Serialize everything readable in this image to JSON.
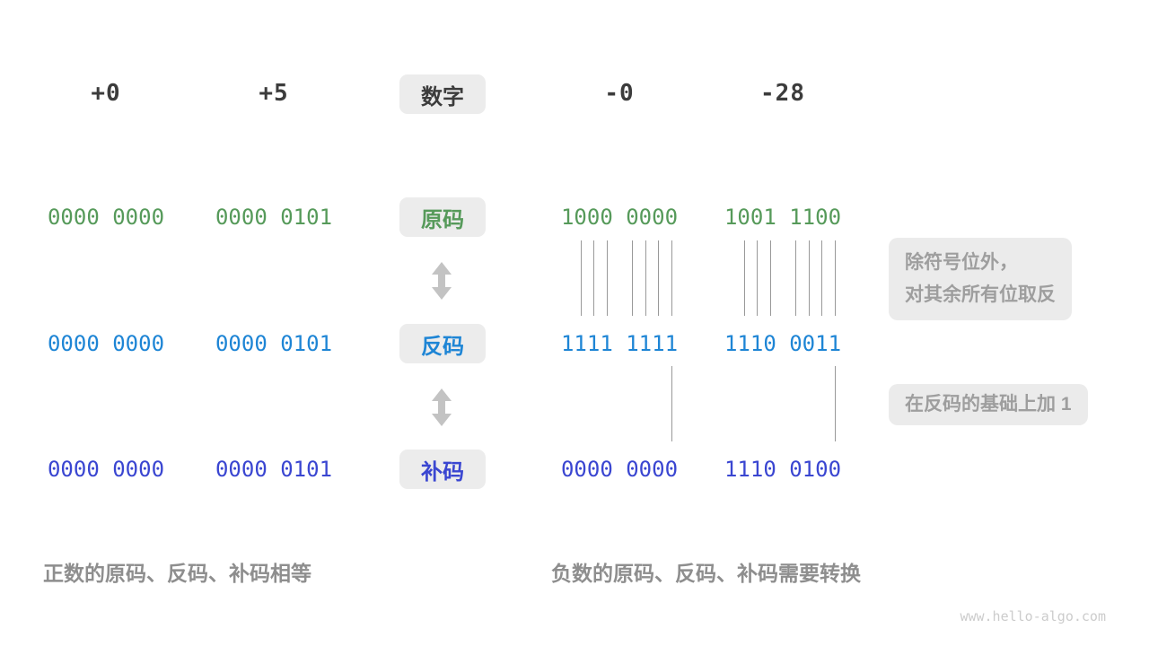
{
  "diagram_title_semantic": "sign-magnitude / ones-complement / twos-complement conversion diagram",
  "colors": {
    "number_text": "#3c3c3c",
    "sign_magnitude_green": "#569a5a",
    "ones_complement_blue": "#1e85d5",
    "twos_complement_indigo": "#3a46d1",
    "badge_background": "#ececec",
    "annotation_text": "#9e9e9e",
    "caption_text": "#8e8e8e",
    "tick_line": "#999999",
    "arrow_gray": "#c3c3c3"
  },
  "header": {
    "badge_label": "数字",
    "values": [
      "+0",
      "+5",
      "-0",
      "-28"
    ]
  },
  "rows": [
    {
      "key": "sign-magnitude",
      "badge_label": "原码",
      "values": [
        "0000 0000",
        "0000 0101",
        "1000 0000",
        "1001 1100"
      ]
    },
    {
      "key": "ones-complement",
      "badge_label": "反码",
      "values": [
        "0000 0000",
        "0000 0101",
        "1111 1111",
        "1110 0011"
      ]
    },
    {
      "key": "twos-complement",
      "badge_label": "补码",
      "values": [
        "0000 0000",
        "0000 0101",
        "0000 0000",
        "1110 0100"
      ]
    }
  ],
  "transformations": [
    {
      "from": "原码",
      "to": "反码",
      "marked_char_indices": [
        1,
        2,
        3,
        5,
        6,
        7,
        8
      ]
    },
    {
      "from": "反码",
      "to": "补码",
      "marked_char_indices": [
        8
      ]
    }
  ],
  "annotations": [
    {
      "line1": "除符号位外，",
      "line2": "对其余所有位取反"
    },
    {
      "line1": "在反码的基础上加 1",
      "line2": ""
    }
  ],
  "captions": {
    "positive": "正数的原码、反码、补码相等",
    "negative": "负数的原码、反码、补码需要转换"
  },
  "watermark": "www.hello-algo.com"
}
